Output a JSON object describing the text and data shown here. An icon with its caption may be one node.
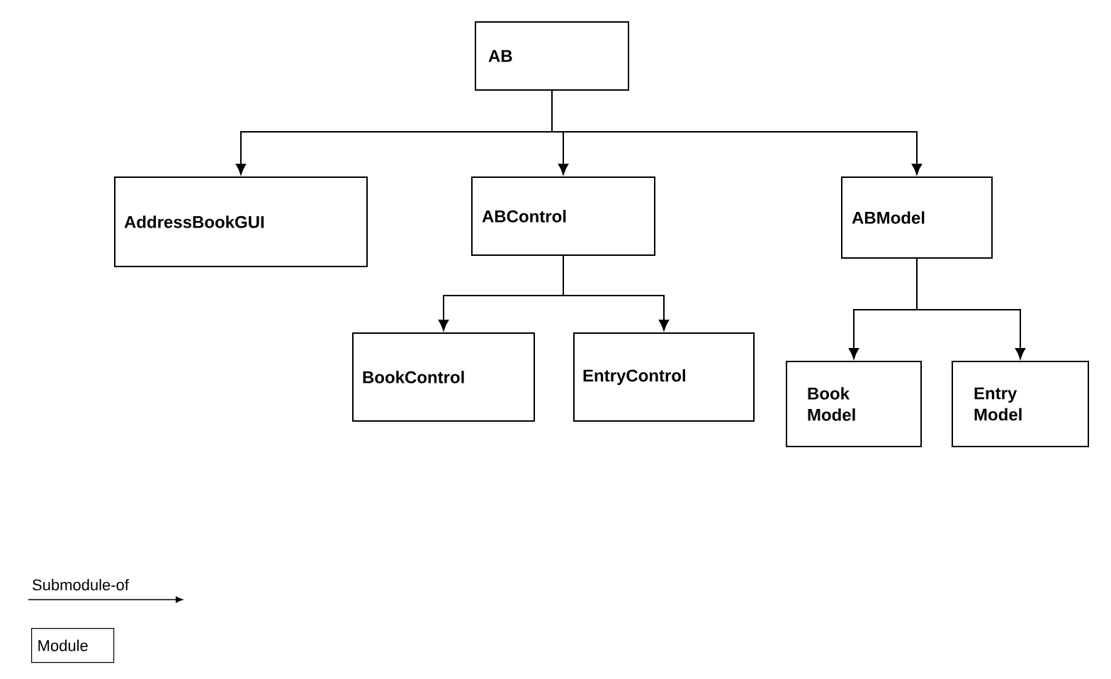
{
  "diagram": {
    "nodes": [
      {
        "text": [
          "AB"
        ]
      },
      {
        "text": [
          "AddressBookGUI"
        ]
      },
      {
        "text": [
          "ABControl"
        ]
      },
      {
        "text": [
          "ABModel"
        ]
      },
      {
        "text": [
          "BookControl"
        ]
      },
      {
        "text": [
          "EntryControl"
        ]
      },
      {
        "text": [
          "Book Model"
        ]
      },
      {
        "text": [
          "Entry Model"
        ]
      }
    ],
    "edges": [
      {
        "from": 0,
        "to": 1,
        "arrow": "to"
      },
      {
        "from": 0,
        "to": 2,
        "arrow": "to"
      },
      {
        "from": 0,
        "to": 3,
        "arrow": "to"
      },
      {
        "from": 2,
        "to": 4,
        "arrow": "to"
      },
      {
        "from": 2,
        "to": 5,
        "arrow": "to"
      },
      {
        "from": 3,
        "to": 6,
        "arrow": "to"
      },
      {
        "from": 3,
        "to": 7,
        "arrow": "to"
      }
    ],
    "legend": [
      {
        "text": "Submodule-of"
      },
      {
        "text": "Module"
      }
    ]
  }
}
